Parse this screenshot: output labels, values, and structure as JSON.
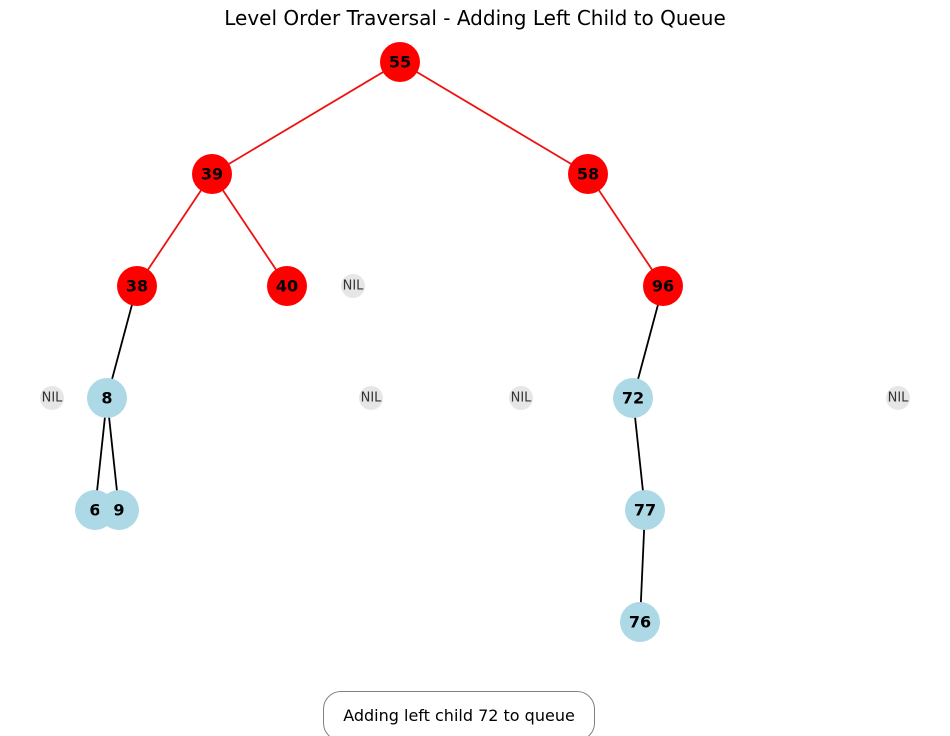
{
  "title": "Level Order Traversal - Adding Left Child to Queue",
  "status": "Adding left child 72 to queue",
  "colors": {
    "visited": "#ff0000",
    "unvisited": "#add8e6",
    "nil": "#e6e6e6",
    "visited_edge": "#ee1111",
    "edge": "#000000"
  },
  "nodes": [
    {
      "id": "n55",
      "label": "55",
      "state": "visited"
    },
    {
      "id": "n39",
      "label": "39",
      "state": "visited"
    },
    {
      "id": "n58",
      "label": "58",
      "state": "visited"
    },
    {
      "id": "n38",
      "label": "38",
      "state": "visited"
    },
    {
      "id": "n40",
      "label": "40",
      "state": "visited"
    },
    {
      "id": "n96",
      "label": "96",
      "state": "visited"
    },
    {
      "id": "n8",
      "label": "8",
      "state": "unvisited"
    },
    {
      "id": "n72",
      "label": "72",
      "state": "unvisited"
    },
    {
      "id": "n6",
      "label": "6",
      "state": "unvisited"
    },
    {
      "id": "n9",
      "label": "9",
      "state": "unvisited"
    },
    {
      "id": "n77",
      "label": "77",
      "state": "unvisited"
    },
    {
      "id": "n76",
      "label": "76",
      "state": "unvisited"
    },
    {
      "id": "nil1",
      "label": "NIL",
      "state": "nil"
    },
    {
      "id": "nil2",
      "label": "NIL",
      "state": "nil"
    },
    {
      "id": "nil3",
      "label": "NIL",
      "state": "nil"
    },
    {
      "id": "nil4",
      "label": "NIL",
      "state": "nil"
    },
    {
      "id": "nil5",
      "label": "NIL",
      "state": "nil"
    }
  ],
  "edges": [
    {
      "from": "n55",
      "to": "n39",
      "state": "visited"
    },
    {
      "from": "n55",
      "to": "n58",
      "state": "visited"
    },
    {
      "from": "n39",
      "to": "n38",
      "state": "visited"
    },
    {
      "from": "n39",
      "to": "n40",
      "state": "visited"
    },
    {
      "from": "n58",
      "to": "n96",
      "state": "visited"
    },
    {
      "from": "n38",
      "to": "n8",
      "state": "normal"
    },
    {
      "from": "n96",
      "to": "n72",
      "state": "normal"
    },
    {
      "from": "n8",
      "to": "n6",
      "state": "normal"
    },
    {
      "from": "n8",
      "to": "n9",
      "state": "normal"
    },
    {
      "from": "n72",
      "to": "n77",
      "state": "normal"
    },
    {
      "from": "n77",
      "to": "n76",
      "state": "normal"
    }
  ]
}
